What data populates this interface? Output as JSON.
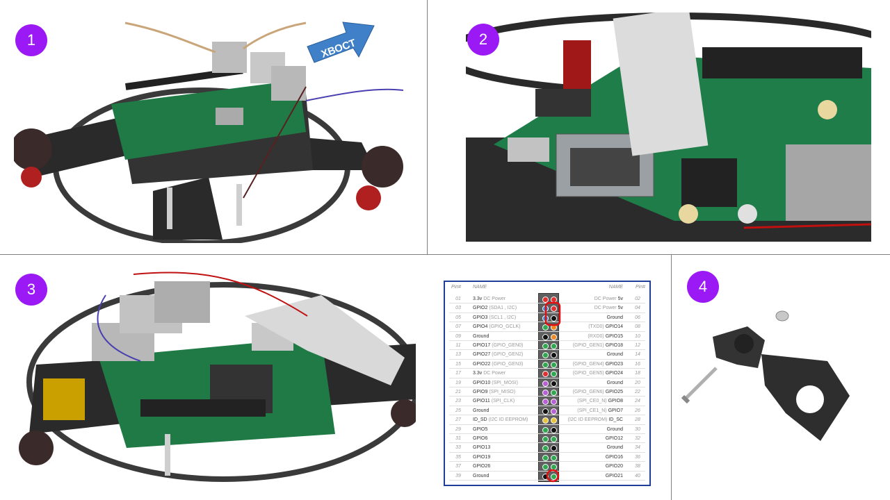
{
  "panels": [
    {
      "number": "1",
      "arrow_label": "ХВОСТ"
    },
    {
      "number": "2"
    },
    {
      "number": "3"
    },
    {
      "number": "4"
    }
  ],
  "pinout": {
    "header": {
      "pin_left": "Pin#",
      "name_left": "NAME",
      "name_right": "NAME",
      "pin_right": "Pin#"
    },
    "rows": [
      {
        "l": "01",
        "r": "02",
        "ln": "3.3v",
        "ls": "DC Power",
        "rn": "5v",
        "rs": "DC Power",
        "lc": "#e03030",
        "rc": "#e03030"
      },
      {
        "l": "03",
        "r": "04",
        "ln": "GPIO2",
        "ls": "(SDA1 , I2C)",
        "rn": "5v",
        "rs": "DC Power",
        "lc": "#3b86d6",
        "rc": "#e03030"
      },
      {
        "l": "05",
        "r": "06",
        "ln": "GPIO3",
        "ls": "(SCL1 , I2C)",
        "rn": "Ground",
        "rs": "",
        "lc": "#3b86d6",
        "rc": "#111111"
      },
      {
        "l": "07",
        "r": "08",
        "ln": "GPIO4",
        "ls": "(GPIO_GCLK)",
        "rn": "GPIO14",
        "rs": "(TXD0)",
        "lc": "#2fa84f",
        "rc": "#f08a24"
      },
      {
        "l": "09",
        "r": "10",
        "ln": "Ground",
        "ls": "",
        "rn": "GPIO15",
        "rs": "(RXD0)",
        "lc": "#111111",
        "rc": "#f08a24"
      },
      {
        "l": "11",
        "r": "12",
        "ln": "GPIO17",
        "ls": "(GPIO_GEN0)",
        "rn": "GPIO18",
        "rs": "(GPIO_GEN1)",
        "lc": "#2fa84f",
        "rc": "#2fa84f"
      },
      {
        "l": "13",
        "r": "14",
        "ln": "GPIO27",
        "ls": "(GPIO_GEN2)",
        "rn": "Ground",
        "rs": "",
        "lc": "#2fa84f",
        "rc": "#111111"
      },
      {
        "l": "15",
        "r": "16",
        "ln": "GPIO22",
        "ls": "(GPIO_GEN3)",
        "rn": "GPIO23",
        "rs": "(GPIO_GEN4)",
        "lc": "#2fa84f",
        "rc": "#2fa84f"
      },
      {
        "l": "17",
        "r": "18",
        "ln": "3.3v",
        "ls": "DC Power",
        "rn": "GPIO24",
        "rs": "(GPIO_GEN5)",
        "lc": "#e03030",
        "rc": "#2fa84f"
      },
      {
        "l": "19",
        "r": "20",
        "ln": "GPIO10",
        "ls": "(SPI_MOSI)",
        "rn": "Ground",
        "rs": "",
        "lc": "#b85fd6",
        "rc": "#111111"
      },
      {
        "l": "21",
        "r": "22",
        "ln": "GPIO9",
        "ls": "(SPI_MISO)",
        "rn": "GPIO25",
        "rs": "(GPIO_GEN6)",
        "lc": "#b85fd6",
        "rc": "#2fa84f"
      },
      {
        "l": "23",
        "r": "24",
        "ln": "GPIO11",
        "ls": "(SPI_CLK)",
        "rn": "GPIO8",
        "rs": "(SPI_CE0_N)",
        "lc": "#b85fd6",
        "rc": "#b85fd6"
      },
      {
        "l": "25",
        "r": "26",
        "ln": "Ground",
        "ls": "",
        "rn": "GPIO7",
        "rs": "(SPI_CE1_N)",
        "lc": "#111111",
        "rc": "#b85fd6"
      },
      {
        "l": "27",
        "r": "28",
        "ln": "ID_SD",
        "ls": "(I2C ID EEPROM)",
        "rn": "ID_SC",
        "rs": "(I2C ID EEPROM)",
        "lc": "#e8c43a",
        "rc": "#e8c43a"
      },
      {
        "l": "29",
        "r": "30",
        "ln": "GPIO5",
        "ls": "",
        "rn": "Ground",
        "rs": "",
        "lc": "#2fa84f",
        "rc": "#111111"
      },
      {
        "l": "31",
        "r": "32",
        "ln": "GPIO6",
        "ls": "",
        "rn": "GPIO12",
        "rs": "",
        "lc": "#2fa84f",
        "rc": "#2fa84f"
      },
      {
        "l": "33",
        "r": "34",
        "ln": "GPIO13",
        "ls": "",
        "rn": "Ground",
        "rs": "",
        "lc": "#2fa84f",
        "rc": "#111111"
      },
      {
        "l": "35",
        "r": "36",
        "ln": "GPIO19",
        "ls": "",
        "rn": "GPIO16",
        "rs": "",
        "lc": "#2fa84f",
        "rc": "#2fa84f"
      },
      {
        "l": "37",
        "r": "38",
        "ln": "GPIO26",
        "ls": "",
        "rn": "GPIO20",
        "rs": "",
        "lc": "#2fa84f",
        "rc": "#2fa84f"
      },
      {
        "l": "39",
        "r": "40",
        "ln": "Ground",
        "ls": "",
        "rn": "GPIO21",
        "rs": "",
        "lc": "#111111",
        "rc": "#2fa84f"
      }
    ]
  },
  "colors": {
    "badge": "#9b19f5",
    "arrow": "#3f80c8",
    "highlight": "#e01010",
    "frame": "#1f3d99"
  }
}
